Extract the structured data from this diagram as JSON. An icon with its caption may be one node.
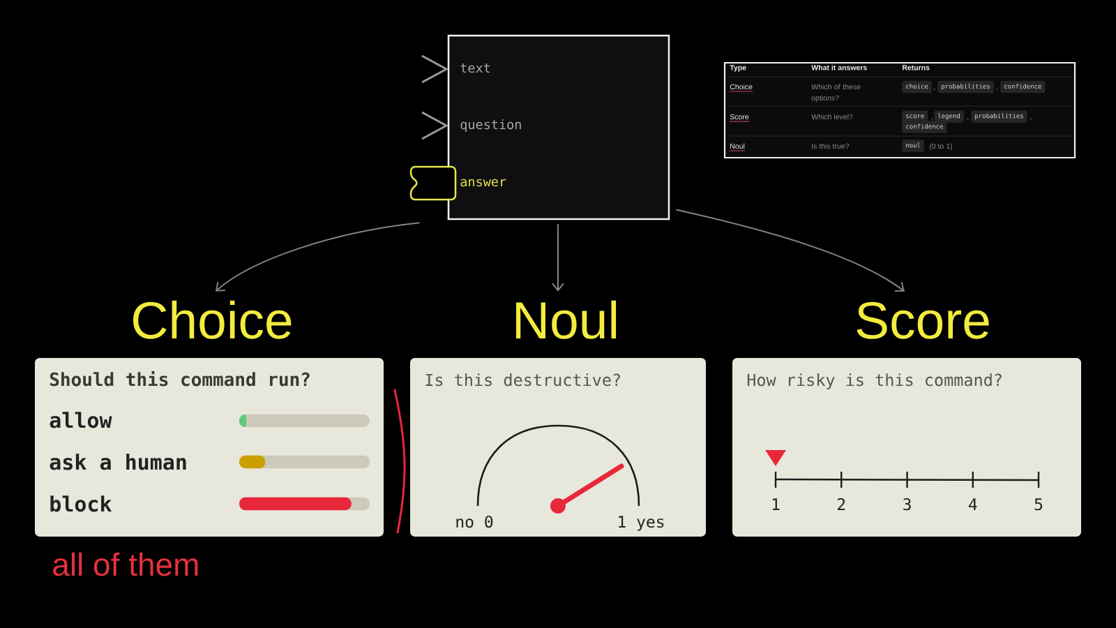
{
  "diagram": {
    "nodes": [
      {
        "text": [
          "text",
          "question",
          "answer"
        ]
      },
      {
        "text": [
          "Choice",
          "Should this command run?",
          "allow",
          "ask a human",
          "block"
        ],
        "beside": [
          "all of them"
        ]
      },
      {
        "text": [
          "Noul",
          "Is this destructive?",
          "no 0",
          "1 yes"
        ]
      },
      {
        "text": [
          "Score",
          "How risky is this command?",
          "1",
          "2",
          "3",
          "4",
          "5"
        ]
      }
    ],
    "edges": [
      {
        "from": 0,
        "to": 1,
        "arrow": "to"
      },
      {
        "from": 0,
        "to": 2,
        "arrow": "to"
      },
      {
        "from": 0,
        "to": 3,
        "arrow": "to"
      }
    ],
    "labels": [
      "Type",
      "What it answers",
      "Returns",
      "Choice",
      "Which of these options?",
      "choice",
      ",",
      "probabilities",
      ",",
      "confidence",
      "Score",
      "Which level?",
      "score",
      ",",
      "legend",
      ",",
      "probabilities",
      ",",
      "confidence",
      "Noul",
      "Is this true?",
      "noul",
      "(0 to 1)"
    ]
  }
}
